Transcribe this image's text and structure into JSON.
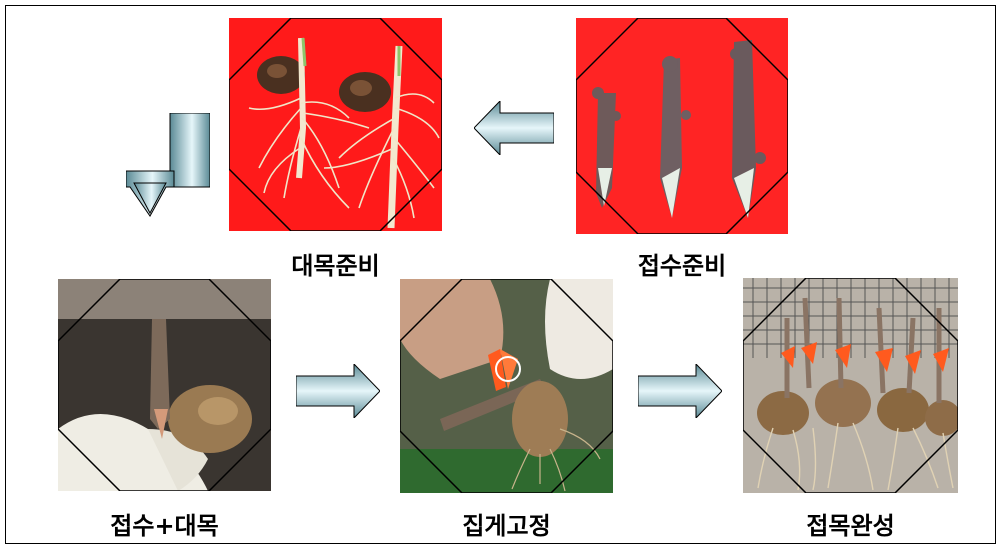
{
  "steps": {
    "rootstock_prep": "대목준비",
    "scion_prep": "접수준비",
    "scion_plus_rootstock": "접수+대목",
    "clip_fix": "집게고정",
    "grafting_complete": "접목완성"
  },
  "colors": {
    "red_background": "#ff1a1a",
    "arrow_fill_light": "#e6f6fa",
    "arrow_fill_dark": "#5a8a95",
    "clip_orange": "#ff5a1e"
  },
  "icons": {
    "flow_arrow": "block-arrow",
    "elbow_arrow": "elbow-down-arrow"
  }
}
